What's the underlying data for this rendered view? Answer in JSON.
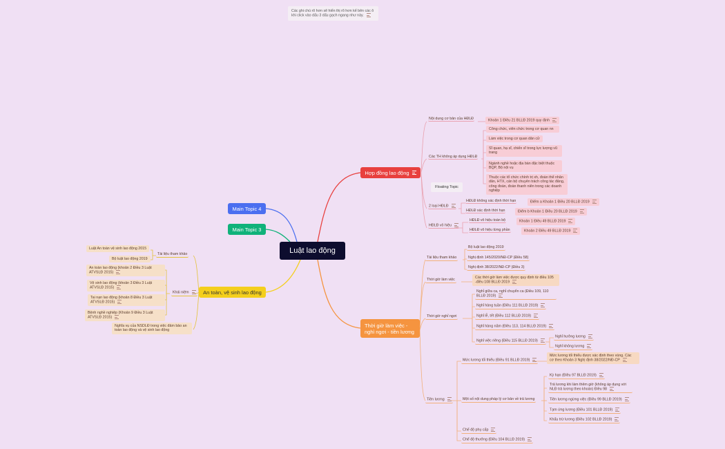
{
  "root": "Luật lao động",
  "comment_note": "Các ghi chú rõ hơn sẽ hiển thị rõ hơn kể bên các ô khi click vào dấu 3 dấu gạch ngang như này.",
  "floating_topic": "Floating Topic",
  "colors": {
    "red": "#e8403e",
    "orange": "#f5943f",
    "yellow": "#f4cf1c",
    "green": "#10b27a",
    "blue": "#4b6ff0"
  },
  "main": {
    "hop_dong": "Hợp đồng lao động",
    "thoi_gio": "Thời giờ làm việc - nghỉ ngơi - tiền lương",
    "an_toan": "An toàn, vệ sinh lao động",
    "topic3": "Main Topic 3",
    "topic4": "Main Topic 4"
  },
  "hd": {
    "noi_dung": "Nội dung cơ bản của HĐLĐ",
    "khoan1_dieu21": "Khoản 1 Điều 21 BLLĐ 2019 quy định",
    "cac_th": "Các TH không áp dụng HĐLĐ",
    "th1": "Công chức, viên chức trong cơ quan nn",
    "th2": "Làm việc trong cơ quan dân cử",
    "th3": "Sĩ quan, hạ sĩ, chiến sĩ trong lực lượng vũ trang",
    "th4": "Ngành nghề hoặc địa bàn đặc biệt thuộc BQP, Bộ nội vụ",
    "th5": "Thuộc các tổ chức chính trị xh, đoàn thể nhân dân, HTX, cán bộ chuyên trách công tác đảng, công đoàn, đoàn thanh niên trong các doanh nghiệp",
    "hai_loai": "2 loại HĐLĐ",
    "khong_xac_dinh": "HĐLĐ không xác định thời hạn",
    "diem_a": "Điểm a Khoản 1 Điều 20 BLLĐ 2019",
    "xac_dinh": "HĐLĐ xác định thời hạn",
    "diem_b": "Điểm b Khoản 1 Điều 20 BLLĐ 2019",
    "vo_hieu": "HĐLĐ vô hiệu",
    "vo_hieu_toan_bo": "HĐLĐ vô hiệu toàn bộ",
    "k1_d49": "Khoản 1 Điều 49 BLLĐ 2019",
    "vo_hieu_tung_phan": "HĐLĐ vô hiệu từng phần",
    "k2_d49": "Khoản 2 Điều 49 BLLĐ 2019"
  },
  "tg": {
    "tai_lieu": "Tài liệu tham khảo",
    "tl1": "Bộ luật lao động 2019",
    "tl2": "Nghị định 145/2020/NĐ-CP (Điều 58)",
    "tl3": "Nghị định 38/2022/NĐ-CP (Điều 3)",
    "thoi_gio_lam_viec": "Thời giờ làm việc",
    "tglv1": "Các thời giờ làm việc được quy định từ điều 105 -điều 108 BLLĐ 2019",
    "thoi_gio_nghi": "Thời giờ nghỉ ngơi",
    "ng1": "Nghỉ giữa ca, nghỉ chuyển ca (Điều 109, 110 BLLĐ 2019)",
    "ng2": "Nghỉ hàng tuần (Điều 111 BLLĐ 2019)",
    "ng3": "Nghỉ lễ, tết (Điều 112 BLLĐ 2019)",
    "ng4": "Nghỉ hàng năm (Điều 113, 114 BLLĐ 2019)",
    "ng5": "Nghỉ việc riêng (Điều 115 BLLĐ 2019)",
    "ng5a": "Nghỉ hưởng lương",
    "ng5b": "Nghỉ không lương",
    "tien_luong": "Tiền lương",
    "muc_luong": "Mức lương tối thiểu (Điều 91 BLLĐ 2019)",
    "ml1": "Mức lương tối thiểu được xác định theo vùng. Các cơ theo Khoản 3 Nghị định 38/2022/NĐ-CP",
    "mot_so": "Một số nội dung pháp lý cơ bản về trả lương",
    "ms1": "Kỳ hạn (Điều 97 BLLĐ 2019)",
    "ms2": "Trả lương khi làm thêm giờ (không áp dụng với NLĐ trả lương theo khoán) Điều 98",
    "ms3": "Tiền lương ngừng việc (Điều 99 BLLĐ 2019)",
    "ms4": "Tạm ứng lương (Điều 101 BLLĐ 2019)",
    "ms5": "Khấu trừ lương (Điều 102 BLLĐ 2019)",
    "phu_cap": "Chế độ phụ cấp",
    "thuong": "Chế độ thưởng (Điều 104 BLLĐ 2019)"
  },
  "at": {
    "tai_lieu": "Tài liệu tham khảo",
    "tl1": "Luật An toàn vệ sinh lao động 2015",
    "tl2": "Bộ luật lao động 2019",
    "khai_niem": "Khái niệm",
    "kn1": "An toàn lao động (khoản 2 Điều 3 Luật ATVSLĐ 2015)",
    "kn2": "Vệ sinh lao động (khoản 3 Điều 3 Luật ATVSLĐ 2015)",
    "kn3": "Tai nạn lao động (khoản 8 Điều 3 Luật ATVSLĐ 2015)",
    "kn4": "Bệnh nghề nghiệp (Khoản 9 Điều 3 Luật ATVSLĐ 2015)",
    "nghia_vu": "Nghĩa vụ của NSDLĐ trong việc đảm bảo an toàn lao động và vệ sinh lao động"
  }
}
